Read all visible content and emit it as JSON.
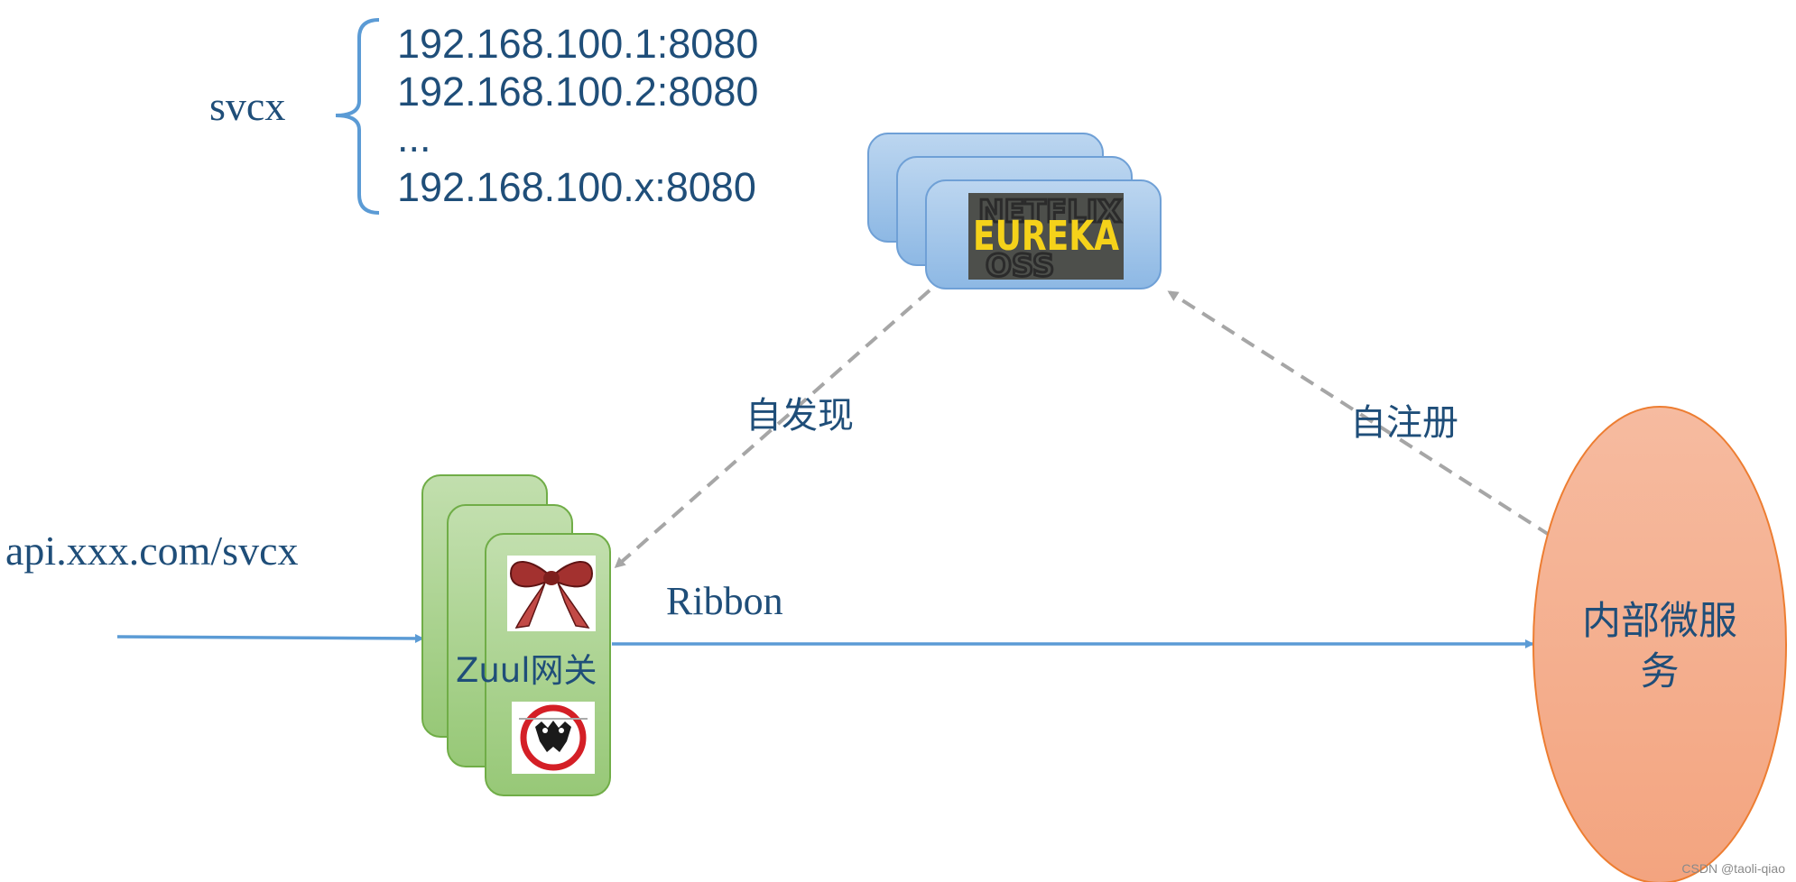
{
  "service_list": {
    "name": "svcx",
    "instances": [
      "192.168.100.1:8080",
      "192.168.100.2:8080",
      "...",
      "192.168.100.x:8080"
    ]
  },
  "request": {
    "url": "api.xxx.com/svcx"
  },
  "gateway": {
    "label": "Zuul网关"
  },
  "registry": {
    "logo_text": "EUREKA",
    "logo_top_text": "NETFLIX",
    "logo_bottom_text": "OSS"
  },
  "microservice": {
    "label_line1": "内部微服",
    "label_line2": "务"
  },
  "edges": {
    "discovery": "自发现",
    "registration": "自注册",
    "routing": "Ribbon"
  },
  "watermark": "CSDN @taoli-qiao",
  "colors": {
    "text": "#1f4e79",
    "blue_arrow": "#5b9bd5",
    "dashed_arrow": "#a6a6a6",
    "gateway_fill": "#a9d18e",
    "registry_fill": "#9dc3e6",
    "microservice_fill": "#f4a582"
  }
}
